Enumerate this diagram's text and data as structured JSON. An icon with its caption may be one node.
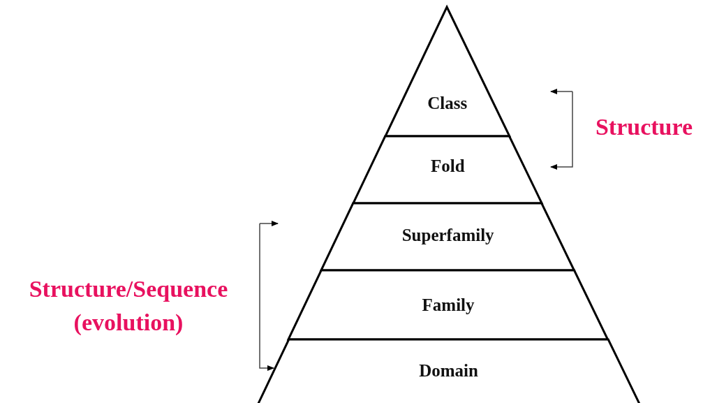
{
  "diagram": {
    "nodes": [
      {
        "text": [
          "Class"
        ]
      },
      {
        "text": [
          "Fold"
        ]
      },
      {
        "text": [
          "Superfamily"
        ]
      },
      {
        "text": [
          "Family"
        ]
      },
      {
        "text": [
          "Domain"
        ]
      }
    ],
    "labels": [
      "Structure",
      "Structure/Sequence (evolution)"
    ]
  }
}
